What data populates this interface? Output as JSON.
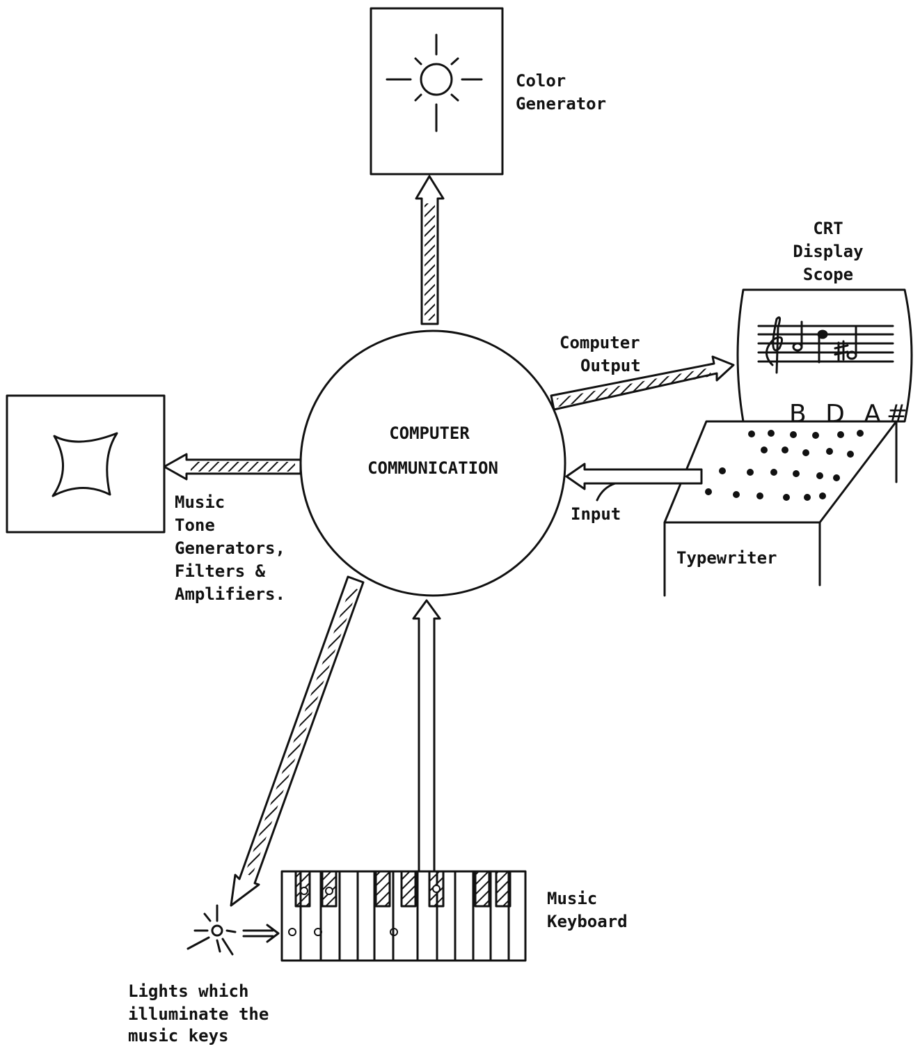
{
  "colors": {
    "ink": "#111111",
    "paper": "#ffffff"
  },
  "center": {
    "line1": "COMPUTER",
    "line2": "COMMUNICATION"
  },
  "color_generator": {
    "line1": "Color",
    "line2": "Generator",
    "icon": "sun-icon"
  },
  "crt": {
    "line1": "CRT",
    "line2": "Display",
    "line3": "Scope",
    "notes": "B D A#",
    "icon": "music-staff-icon"
  },
  "computer_output": {
    "line1": "Computer",
    "line2": "Output"
  },
  "input_label": "Input",
  "typewriter_label": "Typewriter",
  "tone_generators": {
    "line1": "Music",
    "line2": "Tone",
    "line3": "Generators,",
    "line4": "Filters &",
    "line5": "Amplifiers.",
    "icon": "waveform-icon"
  },
  "music_keyboard": {
    "line1": "Music",
    "line2": "Keyboard"
  },
  "lights": {
    "line1": "Lights which",
    "line2": "illuminate the",
    "line3": "music keys"
  }
}
